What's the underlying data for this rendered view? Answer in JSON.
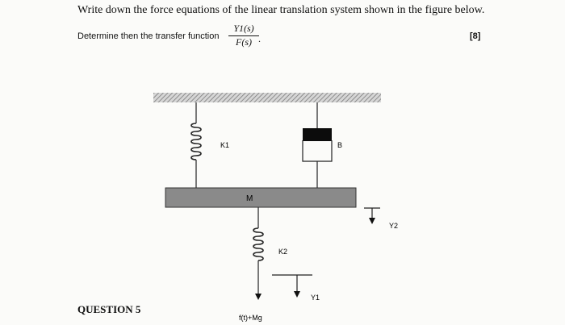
{
  "question": {
    "instruction": "Write down the force equations of the linear translation system shown in the figure below.",
    "determine_prefix": "Determine then the transfer function",
    "tf_numerator": "Y1(s)",
    "tf_denominator": "F(s)",
    "tf_suffix": ".",
    "marks": "[8]",
    "number": "QUESTION 5"
  },
  "diagram": {
    "mass_label": "M",
    "spring_top_label": "K1",
    "damper_label": "B",
    "spring_bottom_label": "K2",
    "displacement_mass_label": "Y2",
    "displacement_bottom_label": "Y1",
    "force_label": "f(t)+Mg"
  }
}
